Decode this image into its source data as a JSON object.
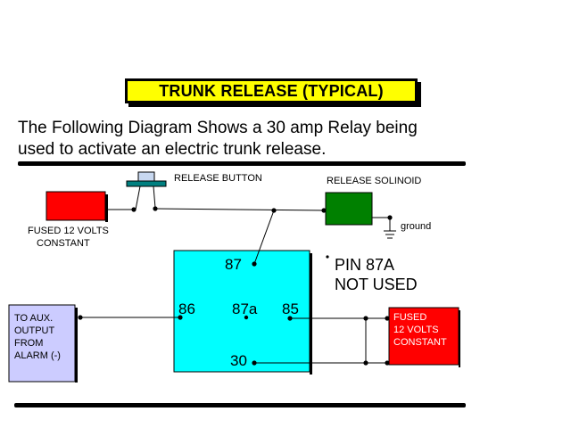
{
  "title": "TRUNK RELEASE (TYPICAL)",
  "intro": {
    "line1": "The Following Diagram Shows a 30 amp Relay being",
    "line2": "used to activate an electric trunk release."
  },
  "labels": {
    "release_button": "RELEASE BUTTON",
    "release_solenoid": "RELEASE SOLINOID",
    "ground": "ground",
    "fused_left_line1": "FUSED 12 VOLTS",
    "fused_left_line2": "CONSTANT",
    "aux_line1": "TO AUX.",
    "aux_line2": "OUTPUT",
    "aux_line3": "FROM",
    "aux_line4": "ALARM (-)",
    "fused_right_line1": "FUSED",
    "fused_right_line2": "12 VOLTS",
    "fused_right_line3": "CONSTANT",
    "note_line1": "PIN 87A",
    "note_line2": "NOT USED"
  },
  "relay": {
    "pin_87": "87",
    "pin_86": "86",
    "pin_87a": "87a",
    "pin_85": "85",
    "pin_30": "30"
  },
  "colors": {
    "banner": "#ffff00",
    "fused_box": "#ff0000",
    "solenoid": "#008000",
    "relay": "#00ffff",
    "aux_box": "#ccccff",
    "button_cap": "#c8d8f0",
    "button_base": "#008080"
  }
}
